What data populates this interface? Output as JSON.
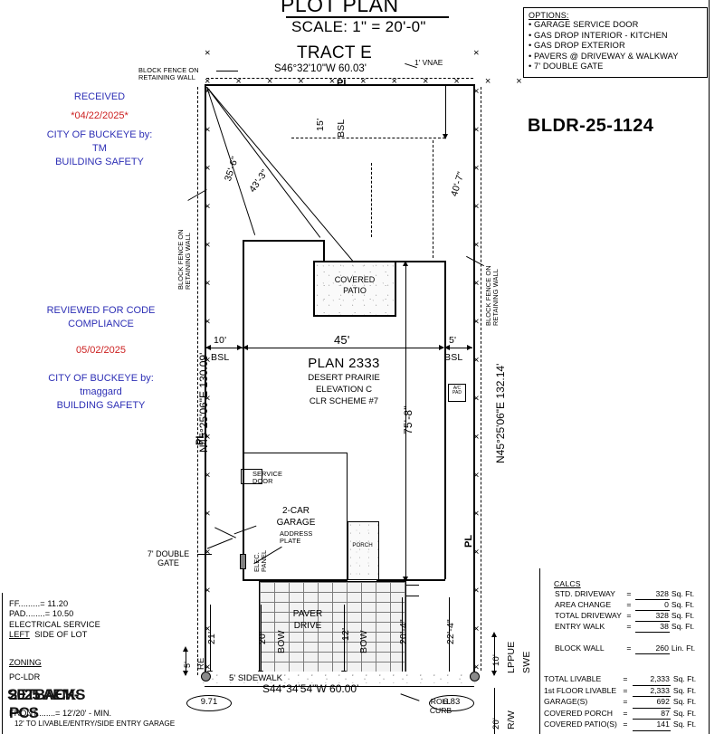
{
  "title": {
    "plan_title": "PLOT PLAN",
    "scale": "SCALE: 1\" = 20'-0\""
  },
  "permit": {
    "number": "BLDR-25-1124"
  },
  "options": {
    "heading": "OPTIONS:",
    "items": [
      "GARAGE SERVICE DOOR",
      "GAS DROP INTERIOR - KITCHEN",
      "GAS DROP EXTERIOR",
      "PAVERS @ DRIVEWAY & WALKWAY",
      "7' DOUBLE GATE"
    ]
  },
  "stamps": {
    "received": {
      "line1": "RECEIVED",
      "date": "*04/22/2025*",
      "line3": "CITY OF BUCKEYE by:",
      "initials": "TM",
      "line5": "BUILDING SAFETY"
    },
    "reviewed": {
      "line1": "REVIEWED FOR CODE",
      "line2": "COMPLIANCE",
      "date": "05/02/2025",
      "line4": "CITY OF BUCKEYE by:",
      "initials": "tmaggard",
      "line6": "BUILDING SAFETY"
    }
  },
  "lot": {
    "tract_label": "TRACT E",
    "north_bearing": "S46°32'10\"W 60.03'",
    "south_bearing": "S44°34'54\"W 60.00'",
    "west_bearing": "N45°25'06\"E 130.09'",
    "east_bearing": "N45°25'06\"E 132.14'",
    "vnae": "1' VNAE",
    "pl_marks": [
      "PL",
      "PL",
      "PL",
      "PL",
      "PL"
    ]
  },
  "plan": {
    "number": "PLAN 2333",
    "name": "DESERT PRAIRIE",
    "elevation": "ELEVATION C",
    "color_scheme": "CLR SCHEME #7"
  },
  "features": {
    "covered_patio": "COVERED\nPATIO",
    "covered_patio_l1": "COVERED",
    "covered_patio_l2": "PATIO",
    "garage_l1": "2-CAR",
    "garage_l2": "GARAGE",
    "address_plate_l1": "ADDRESS",
    "address_plate_l2": "PLATE",
    "service_door_l1": "SERVICE",
    "service_door_l2": "DOOR",
    "elec_panel_l1": "ELEC.",
    "elec_panel_l2": "PANEL",
    "porch": "PORCH",
    "paver_drive_l1": "PAVER",
    "paver_drive_l2": "DRIVE",
    "ac_pad_l1": "A/C",
    "ac_pad_l2": "PAD",
    "double_gate_l1": "7' DOUBLE",
    "double_gate_l2": "GATE",
    "block_fence_l1": "BLOCK FENCE ON",
    "block_fence_l2": "RETAINING WALL",
    "sidewalk": "5' SIDEWALK",
    "roll_curb_l1": "ROLL",
    "roll_curb_l2": "CURB",
    "re_label": "RE",
    "lppue": "LPPUE",
    "swe": "SWE",
    "rw": "R/W"
  },
  "dimensions": {
    "bsl_left": "10'",
    "bsl_left_lbl": "BSL",
    "bsl_right": "5'",
    "bsl_right_lbl": "BSL",
    "bsl_top": "15'",
    "bsl_top_lbl": "BSL",
    "house_width": "45'",
    "house_depth": "75'-8\"",
    "diag_a": "35'-6\"",
    "diag_b": "43'-3\"",
    "diag_c": "40'-7\"",
    "drive_21": "21'",
    "drive_20": "20'",
    "bow_left": "BOW",
    "walk_12": "12'",
    "bow_right": "BOW",
    "dim_20_4": "20'-4\"",
    "dim_22_4": "22'-4\"",
    "lppue_10": "10'",
    "rw_20": "20'",
    "re_5": "5'"
  },
  "elevations": {
    "left_grade": "9.71",
    "right_grade": "6.83"
  },
  "notes": {
    "ff_label": "FF",
    "ff_dots": ".........",
    "ff_value": "= 11.20",
    "pad_label": "PAD",
    "pad_dots": "........",
    "pad_value": "= 10.50",
    "electrical_service": "ELECTRICAL SERVICE",
    "side_underline": "LEFT",
    "side_rest": "SIDE OF LOT",
    "zoning_heading": "ZONING",
    "zoning_value": "PC-LDR",
    "setbacks_heading": "SETBACKS",
    "setbacks_overlay": "2025 AEM-PCS",
    "front_label": "FRONT",
    "front_dots": "........",
    "front_value": "= 12'/20' - MIN.",
    "front_note": "12' TO LIVABLE/ENTRY/SIDE ENTRY GARAGE"
  },
  "calcs": {
    "heading": "CALCS",
    "rows": [
      {
        "label": "STD. DRIVEWAY",
        "eq": "=",
        "value": "328",
        "unit": "Sq. Ft."
      },
      {
        "label": "AREA CHANGE",
        "eq": "=",
        "value": "0",
        "unit": "Sq. Ft."
      },
      {
        "label": "TOTAL DRIVEWAY",
        "eq": "=",
        "value": "328",
        "unit": "Sq. Ft."
      },
      {
        "label": "ENTRY WALK",
        "eq": "=",
        "value": "38",
        "unit": "Sq. Ft."
      },
      {
        "label": "BLOCK WALL",
        "eq": "=",
        "value": "260",
        "unit": "Lin. Ft."
      }
    ],
    "totals": [
      {
        "label": "TOTAL LIVABLE",
        "eq": "=",
        "value": "2,333",
        "unit": "Sq. Ft."
      },
      {
        "label": "1st FLOOR LIVABLE",
        "eq": "=",
        "value": "2,333",
        "unit": "Sq. Ft."
      },
      {
        "label": "GARAGE(S)",
        "eq": "=",
        "value": "692",
        "unit": "Sq. Ft."
      },
      {
        "label": "COVERED PORCH",
        "eq": "=",
        "value": "87",
        "unit": "Sq. Ft."
      },
      {
        "label": "COVERED PATIO(S)",
        "eq": "=",
        "value": "141",
        "unit": "Sq. Ft."
      }
    ]
  },
  "colors": {
    "stamp_blue": "#2d2fb5",
    "stamp_red": "#cc2020",
    "line": "#000000"
  }
}
